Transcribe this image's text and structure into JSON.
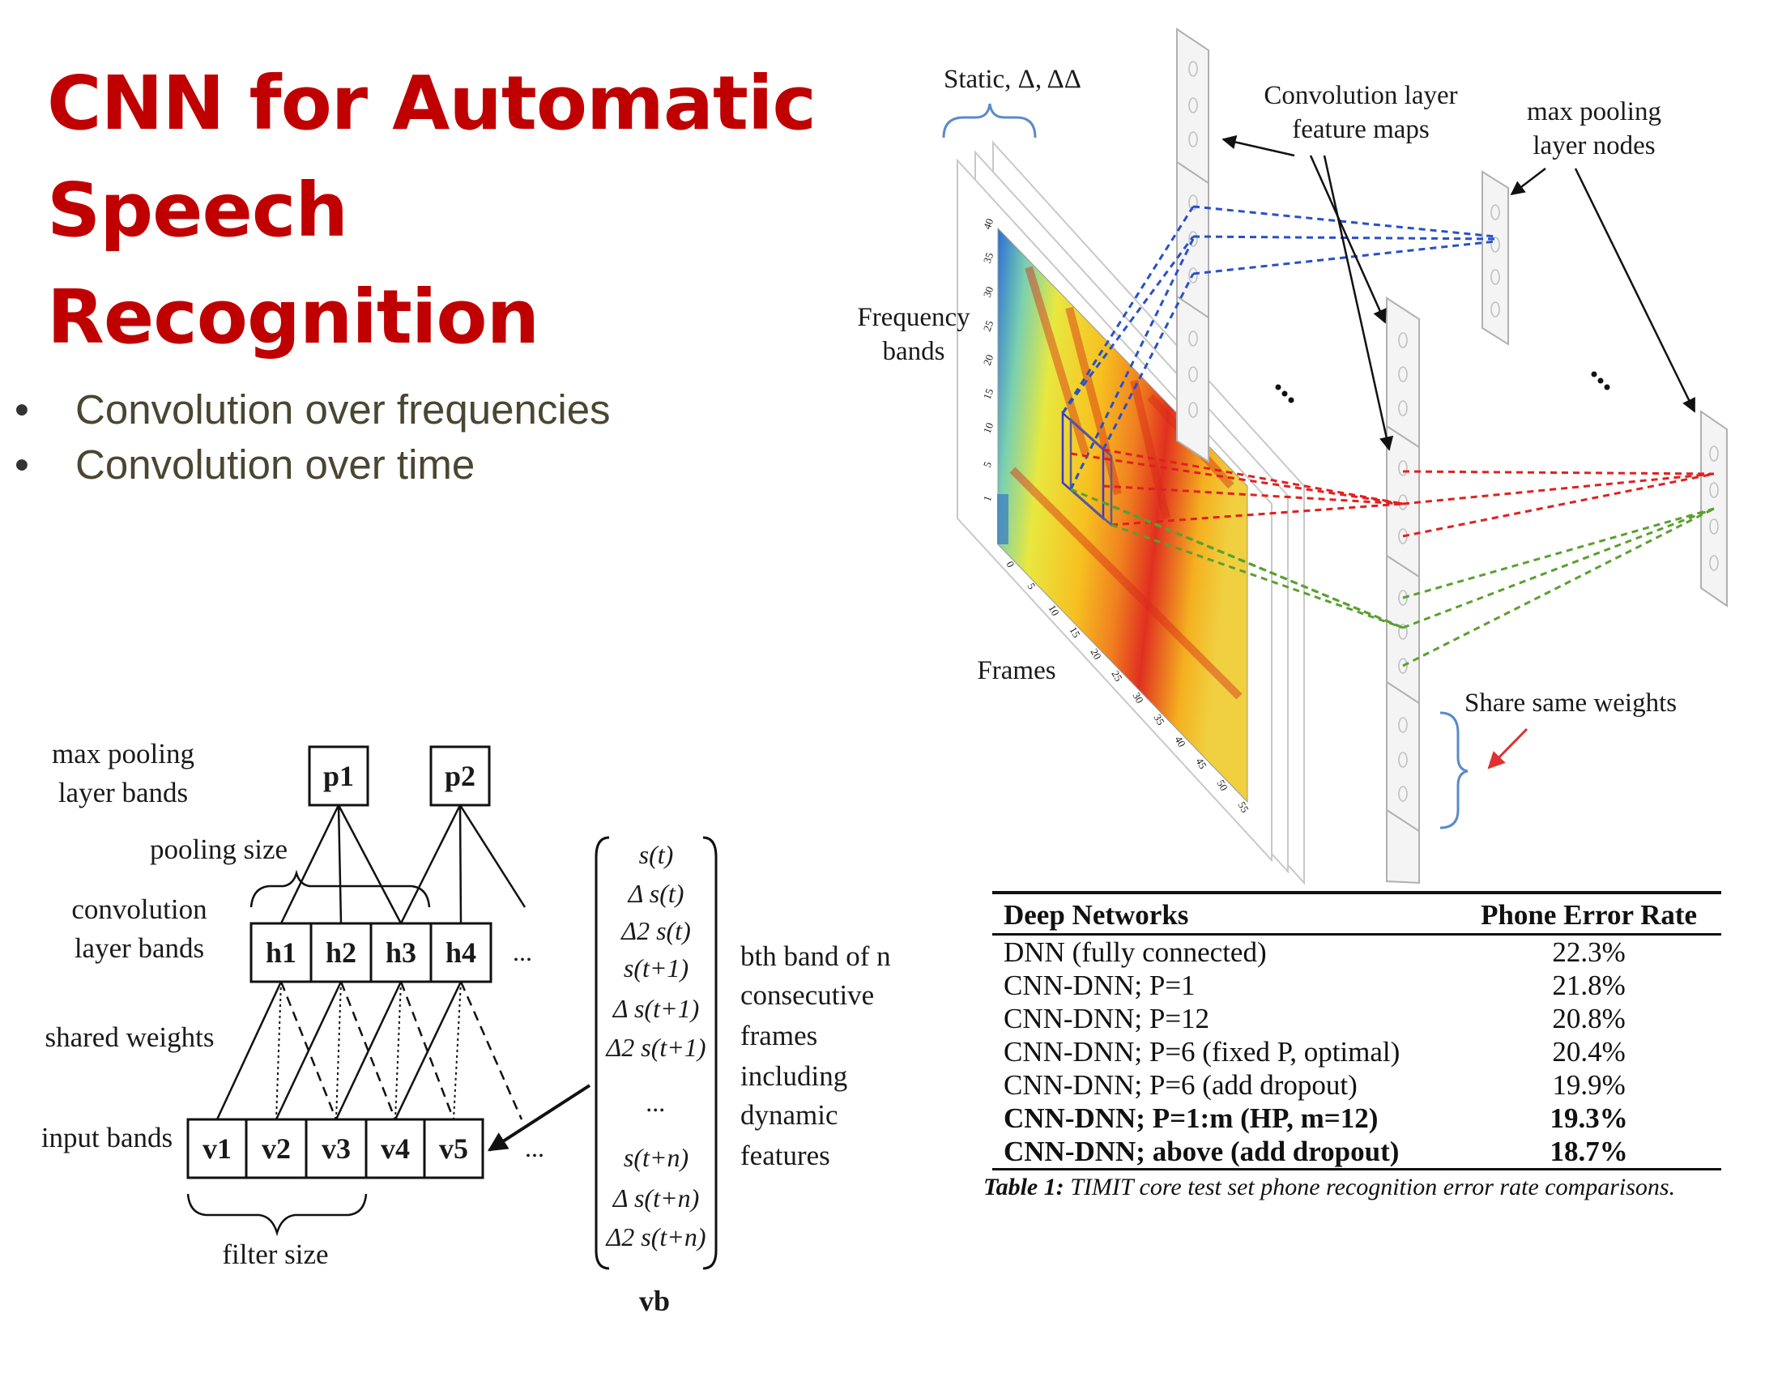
{
  "title": "CNN for Automatic Speech Recognition",
  "bullets": [
    "Convolution over frequencies",
    "Convolution over time"
  ],
  "band_diagram": {
    "max_pooling_label": [
      "max pooling",
      "layer bands"
    ],
    "pooling_size_label": "pooling size",
    "convolution_label": [
      "convolution",
      "layer bands"
    ],
    "shared_weights_label": "shared weights",
    "input_bands_label": "input bands",
    "filter_size_label": "filter size",
    "pooling_nodes": [
      "p1",
      "p2"
    ],
    "conv_nodes": [
      "h1",
      "h2",
      "h3",
      "h4"
    ],
    "input_nodes": [
      "v1",
      "v2",
      "v3",
      "v4",
      "v5"
    ],
    "ellipsis": "...",
    "feature_vector_entries": [
      "s(t)",
      "Δ s(t)",
      "Δ2 s(t)",
      "s(t+1)",
      "Δ s(t+1)",
      "Δ2 s(t+1)",
      "...",
      "s(t+n)",
      "Δ s(t+n)",
      "Δ2 s(t+n)"
    ],
    "vector_label": "vb",
    "band_description": [
      "bth band of n",
      "consecutive",
      "frames",
      "including",
      "dynamic",
      "features"
    ]
  },
  "architecture_diagram": {
    "static_label": "Static, Δ, ΔΔ",
    "frequency_label": [
      "Frequency",
      "bands"
    ],
    "frames_label": "Frames",
    "conv_maps_label": [
      "Convolution layer",
      "feature maps"
    ],
    "max_pool_label": [
      "max pooling",
      "layer nodes"
    ],
    "share_weights_label": "Share same weights",
    "frequency_ticks": [
      "1",
      "5",
      "10",
      "15",
      "20",
      "25",
      "30",
      "35",
      "40"
    ],
    "frame_ticks": [
      "0",
      "5",
      "10",
      "15",
      "20",
      "25",
      "30",
      "35",
      "40",
      "45",
      "50",
      "55"
    ],
    "colors": {
      "blue_lines": "#2850c8",
      "red_lines": "#e02020",
      "green_lines": "#5aa030",
      "arrow": "#e03030",
      "brace": "#5b8ac8"
    }
  },
  "table": {
    "headers": [
      "Deep Networks",
      "Phone Error Rate"
    ],
    "rows": [
      {
        "network": "DNN (fully connected)",
        "rate": "22.3%"
      },
      {
        "network": "CNN-DNN; P=1",
        "rate": "21.8%"
      },
      {
        "network": "CNN-DNN; P=12",
        "rate": "20.8%"
      },
      {
        "network": "CNN-DNN; P=6 (fixed P, optimal)",
        "rate": "20.4%"
      },
      {
        "network": "CNN-DNN; P=6 (add dropout)",
        "rate": "19.9%"
      },
      {
        "network": "CNN-DNN; P=1:m (HP, m=12)",
        "rate": "19.3%"
      },
      {
        "network": "CNN-DNN; above  (add dropout)",
        "rate": "18.7%"
      }
    ],
    "bold_rows": [
      5,
      6
    ],
    "caption_label": "Table 1:",
    "caption_text": "TIMIT core test set phone recognition error rate comparisons."
  }
}
